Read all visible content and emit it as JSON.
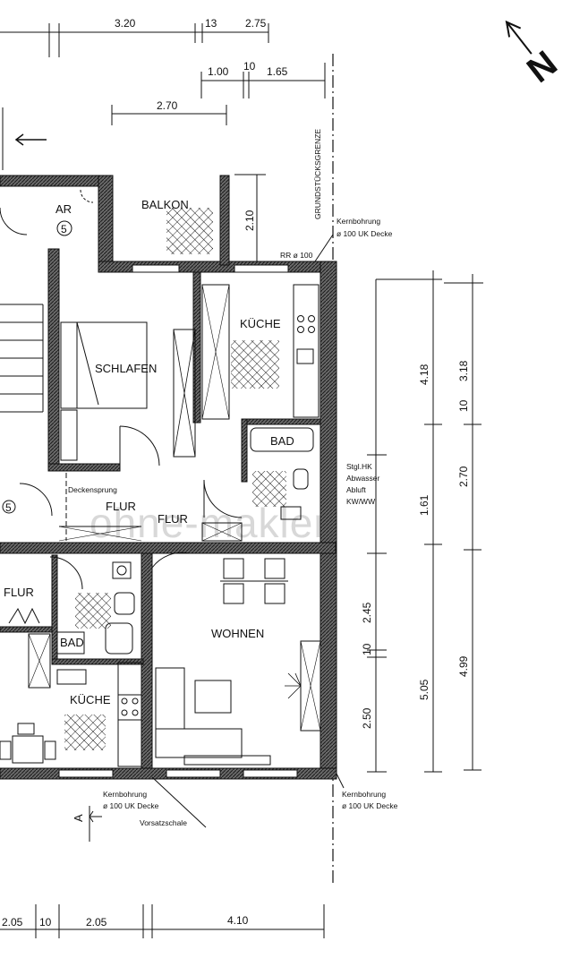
{
  "rooms": {
    "ar": "AR",
    "ar_num": "5",
    "balkon": "BALKON",
    "schlafen": "SCHLAFEN",
    "kueche_top": "KÜCHE",
    "bad_top": "BAD",
    "flur_1": "FLUR",
    "flur_2": "FLUR",
    "flur_left": "FLUR",
    "bad_left": "BAD",
    "kueche_left": "KÜCHE",
    "wohnen": "WOHNEN",
    "left_num": "5"
  },
  "dims_top": {
    "d1": "3.20",
    "d2": "13",
    "d3": "2.75",
    "d4": "1.00",
    "d5": "10",
    "d6": "1.65",
    "d7": "2.70",
    "d8": "2.10"
  },
  "dims_right": {
    "r1": "4.18",
    "r2": "3.18",
    "r3": "10",
    "r4": "2.70",
    "r5": "1.61",
    "r6": "2.45",
    "r7": "10",
    "r8": "5.05",
    "r9": "4.99",
    "r10": "2.50"
  },
  "dims_bottom": {
    "b1": "2.05",
    "b2": "10",
    "b3": "2.05",
    "b4": "4.10"
  },
  "annotations": {
    "grenze": "GRUNDSTÜCKSGRENZE",
    "kern1_a": "Kernbohrung",
    "kern1_b": "ø 100 UK Decke",
    "rr": "RR ø 100",
    "stgl_1": "Stgl.HK",
    "stgl_2": "Abwasser",
    "stgl_3": "Abluft",
    "stgl_4": "KW/WW",
    "deckensprung": "Deckensprung",
    "kern2_a": "Kernbohrung",
    "kern2_b": "ø 100 UK Decke",
    "kern3_a": "Kernbohrung",
    "kern3_b": "ø 100 UK Decke",
    "vorsatz": "Vorsatzschale",
    "section": "A"
  },
  "north": "N",
  "watermark": "ohne-makler"
}
